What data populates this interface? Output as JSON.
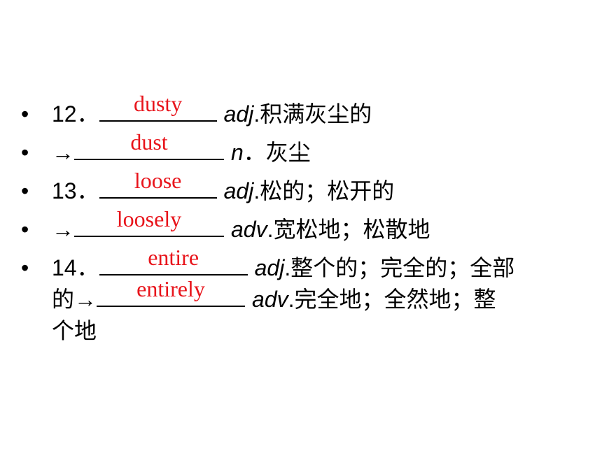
{
  "bullet_symbol": "•",
  "items": [
    {
      "prefix": "12．",
      "answer": "dusty",
      "pos": "adj",
      "definition": ".积满灰尘的"
    },
    {
      "prefix": "→",
      "answer": "dust",
      "pos": "n",
      "definition": "．灰尘"
    },
    {
      "prefix": "13．",
      "answer": "loose",
      "pos": "adj",
      "definition": ".松的；松开的"
    },
    {
      "prefix": "→",
      "answer": "loosely",
      "pos": "adv",
      "definition": ".宽松地；松散地"
    },
    {
      "prefix": "14．",
      "answer": "entire",
      "pos": "adj",
      "definition": ".整个的；完全的；全部"
    }
  ],
  "continuation": {
    "prefix": "的→",
    "answer": "entirely",
    "pos": "adv",
    "definition": ".完全地；全然地；整",
    "last_line": "个地"
  },
  "colors": {
    "answer": "#e8141b",
    "text": "#000000",
    "background": "#ffffff"
  }
}
